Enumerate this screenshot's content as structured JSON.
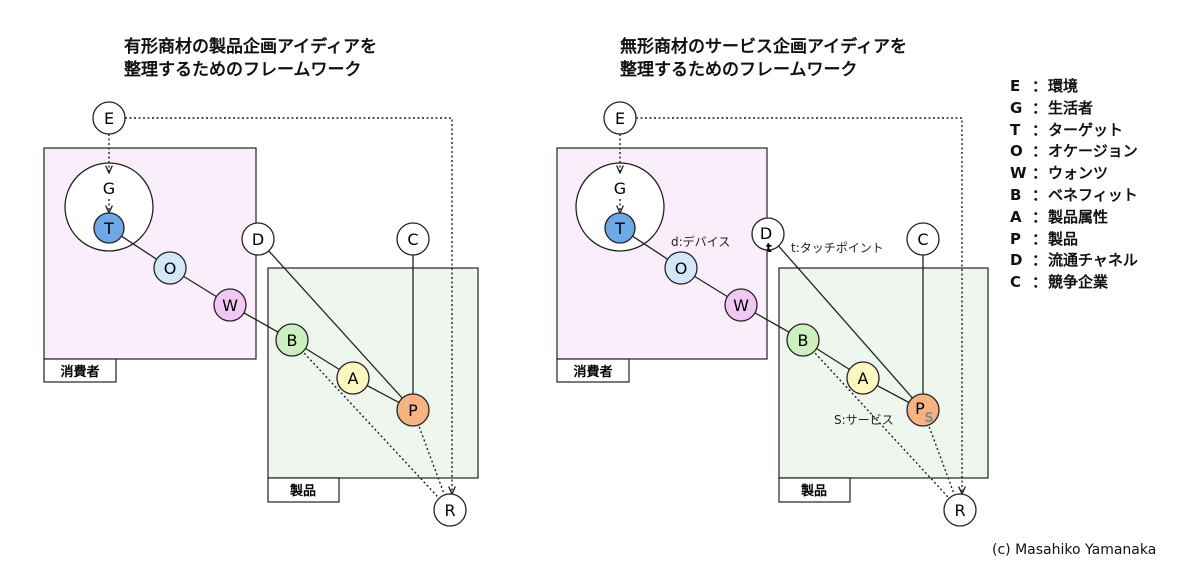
{
  "left_panel": {
    "title_line1": "有形商材の製品企画アイディアを",
    "title_line2": "整理するためのフレームワーク",
    "consumer_label": "消費者",
    "product_label": "製品"
  },
  "right_panel": {
    "title_line1": "無形商材のサービス企画アイディアを",
    "title_line2": "整理するためのフレームワーク",
    "consumer_label": "消費者",
    "product_label": "製品",
    "annotation_d": "d:デバイス",
    "annotation_t": "t:タッチポイント",
    "annotation_s": "S:サービス",
    "small_t": "t",
    "small_s": "S"
  },
  "nodes": {
    "E": "E",
    "G": "G",
    "T": "T",
    "O": "O",
    "W": "W",
    "D": "D",
    "C": "C",
    "B": "B",
    "A": "A",
    "P": "P",
    "R": "R"
  },
  "legend": [
    {
      "letter": "E",
      "sep": "：",
      "label": "環境"
    },
    {
      "letter": "G",
      "sep": "：",
      "label": "生活者"
    },
    {
      "letter": "T",
      "sep": "：",
      "label": "ターゲット"
    },
    {
      "letter": "O",
      "sep": "：",
      "label": "オケージョン"
    },
    {
      "letter": "W",
      "sep": "：",
      "label": "ウォンツ"
    },
    {
      "letter": "B",
      "sep": "：",
      "label": "ベネフィット"
    },
    {
      "letter": "A",
      "sep": "：",
      "label": "製品属性"
    },
    {
      "letter": "P",
      "sep": "：",
      "label": "製品"
    },
    {
      "letter": "D",
      "sep": "：",
      "label": "流通チャネル"
    },
    {
      "letter": "C",
      "sep": "：",
      "label": "競争企業"
    }
  ],
  "credit": "(c) Masahiko Yamanaka",
  "colors": {
    "consumer_fill": "#fbeefb",
    "product_fill": "#eef6ee",
    "T": "#6fa8e6",
    "O": "#d3e8f6",
    "W": "#f1c8f3",
    "B": "#ccf0c0",
    "A": "#fbf7bf",
    "P": "#f7b382",
    "white": "#ffffff"
  }
}
